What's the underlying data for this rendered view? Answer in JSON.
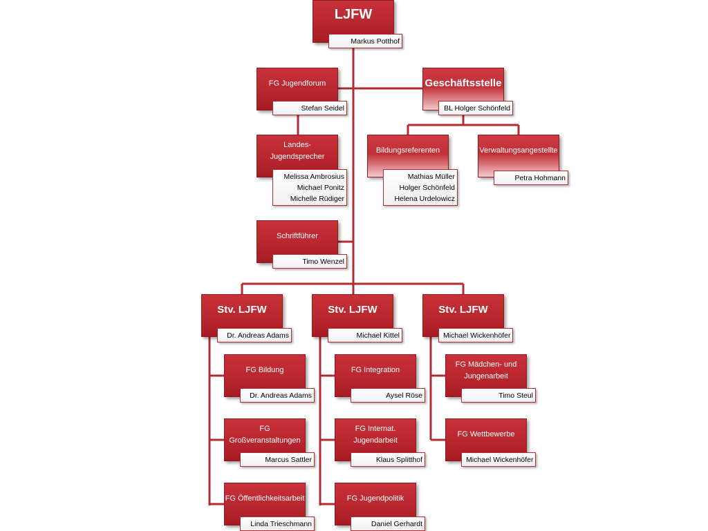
{
  "root": {
    "title": "LJFW",
    "name": "Markus Potthof"
  },
  "jugendforum": {
    "line1": "FG",
    "line2": "Jugendforum",
    "name": "Stefan Seidel"
  },
  "geschaeftsstelle": {
    "title": "Geschäftsstelle",
    "name": "BL Holger Schönfeld"
  },
  "sprecher": {
    "line1": "Landes-",
    "line2": "Jugendsprecher",
    "names": [
      "Melissa Ambrosius",
      "Michael Ponitz",
      "Michelle Rüdiger"
    ]
  },
  "bildungsreferenten": {
    "title": "Bildungsreferenten",
    "names": [
      "Mathias Müller",
      "Holger Schönfeld",
      "Helena Urdelowicz"
    ]
  },
  "verwaltung": {
    "title": "Verwaltungsangestellte",
    "name": "Petra Hohmann"
  },
  "schriftfuehrer": {
    "title": "Schriftführer",
    "name": "Timo Wenzel"
  },
  "deputies": [
    {
      "title": "Stv. LJFW",
      "name": "Dr. Andreas Adams"
    },
    {
      "title": "Stv. LJFW",
      "name": "Michael Kittel"
    },
    {
      "title": "Stv. LJFW",
      "name": "Michael Wickenhöfer"
    }
  ],
  "groups": {
    "col1": [
      {
        "line1": "FG",
        "line2": "Bildung",
        "name": "Dr. Andreas Adams"
      },
      {
        "line1": "FG",
        "line2": "Großveranstaltungen",
        "name": "Marcus Sattler"
      },
      {
        "line1": "FG",
        "line2": "Öffentlichkeitsarbeit",
        "name": "Linda Trieschmann"
      }
    ],
    "col2": [
      {
        "line1": "FG",
        "line2": "Integration",
        "name": "Aysel Röse"
      },
      {
        "line1": "FG Internat.",
        "line2": "Jugendarbeit",
        "name": "Klaus Splitthof"
      },
      {
        "line1": "FG",
        "line2": "Jugendpolitik",
        "name": "Daniel Gerhardt"
      }
    ],
    "col3": [
      {
        "line1": "FG Mädchen-",
        "line2": "und Jungenarbeit",
        "name": "Timo Steul"
      },
      {
        "line1": "FG",
        "line2": "Wettbewerbe",
        "name": "Michael Wickenhöfer"
      }
    ]
  },
  "colors": {
    "box_red": "#b8262e",
    "connector": "#b52a31",
    "name_box": "#ffffff"
  }
}
